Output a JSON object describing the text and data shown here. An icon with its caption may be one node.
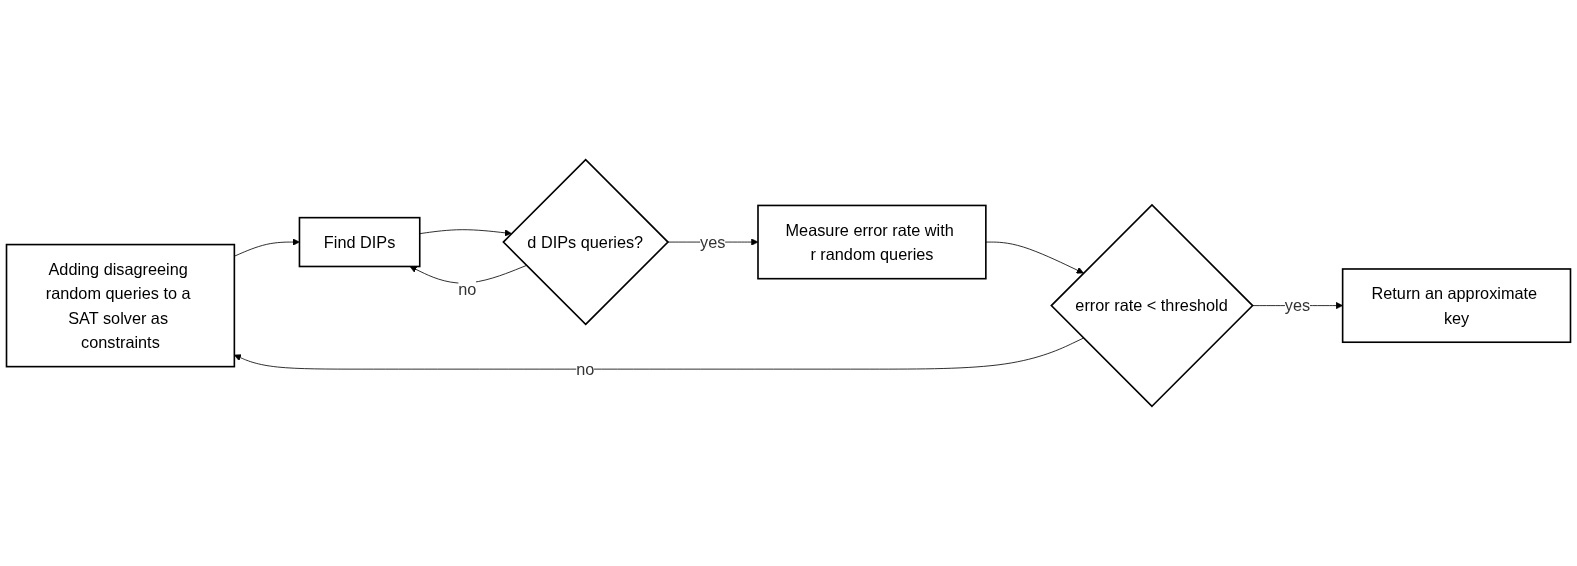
{
  "diagram": {
    "nodes": [
      {
        "text": [
          "Adding disagreeing random queries to a SAT solver as constraints"
        ]
      },
      {
        "text": [
          "error rate < threshold"
        ]
      },
      {
        "text": [
          "Return an approximate key"
        ]
      },
      {
        "text": [
          "Find DIPs"
        ]
      },
      {
        "text": [
          "d DIPs queries?"
        ]
      },
      {
        "text": [
          "Measure error rate with r random queries"
        ]
      }
    ],
    "edges": [
      {
        "from": 1,
        "to": 0,
        "label": "no",
        "arrow": "to"
      },
      {
        "from": 1,
        "to": 2,
        "label": "yes",
        "arrow": "to"
      },
      {
        "from": 0,
        "to": 3,
        "arrow": "to"
      },
      {
        "from": 4,
        "to": 3,
        "label": "no",
        "arrow": "to"
      },
      {
        "from": 3,
        "to": 4,
        "arrow": "to"
      },
      {
        "from": 4,
        "to": 5,
        "label": "yes",
        "arrow": "to"
      },
      {
        "from": 5,
        "to": 1,
        "arrow": "to"
      }
    ]
  }
}
